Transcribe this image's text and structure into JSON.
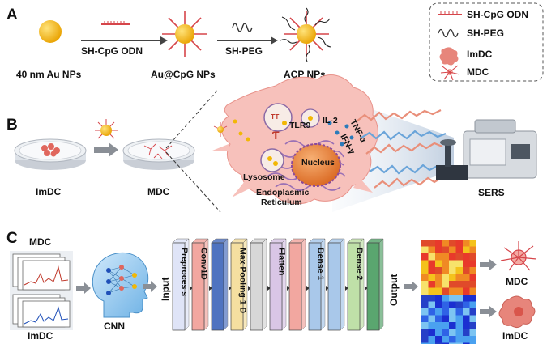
{
  "panels": {
    "a": "A",
    "b": "B",
    "c": "C"
  },
  "synthesis": {
    "start": "40 nm Au NPs",
    "step1": "SH-CpG ODN",
    "mid": "Au@CpG NPs",
    "step2": "SH-PEG",
    "end": "ACP NPs"
  },
  "legend": {
    "items": [
      {
        "icon": "cpg-odn-icon",
        "label": "SH-CpG ODN"
      },
      {
        "icon": "peg-icon",
        "label": "SH-PEG"
      },
      {
        "icon": "imdc-cell-icon",
        "label": "ImDC"
      },
      {
        "icon": "mdc-cell-icon",
        "label": "MDC"
      }
    ]
  },
  "panel_b": {
    "dish_left": "ImDC",
    "dish_right": "MDC",
    "cell_labels": {
      "tlr9": "TLR9",
      "il2": "IL-2",
      "tnf": "TNF-α",
      "ifn": "IFN-γ",
      "lysosome": "Lysosome",
      "nucleus": "Nucleus",
      "er": "Endoplasmic Reticulum",
      "er_line1": "Endoplasmic",
      "er_line2": "Reticulum"
    },
    "instrument": "SERS"
  },
  "panel_c": {
    "mdc": "MDC",
    "imdc": "ImDC",
    "cnn": "CNN",
    "input": "Input",
    "output": "Output",
    "layers": [
      {
        "label": "Preproces s",
        "color": "#dfe4f7"
      },
      {
        "label": "Conv1D",
        "color": "#f2a7a0"
      },
      {
        "label": "",
        "color": "#4f73c0"
      },
      {
        "label": "Max Pooling 1 D",
        "color": "#f5dfa0"
      },
      {
        "label": "",
        "color": "#d7d7d7"
      },
      {
        "label": "Flatten",
        "color": "#d9c6e6"
      },
      {
        "label": "",
        "color": "#f2a7a0"
      },
      {
        "label": "Dense 1",
        "color": "#a9c8ea"
      },
      {
        "label": "",
        "color": "#a9c8ea"
      },
      {
        "label": "Dense 2",
        "color": "#bfe0a8"
      },
      {
        "label": "",
        "color": "#5aa66f"
      }
    ],
    "result_top": "MDC",
    "result_bottom": "ImDC"
  },
  "colors": {
    "gold": "#f2b705",
    "cpg": "#d6454a",
    "cell": "#f6b9b3",
    "nucleus": "#e8833a"
  }
}
